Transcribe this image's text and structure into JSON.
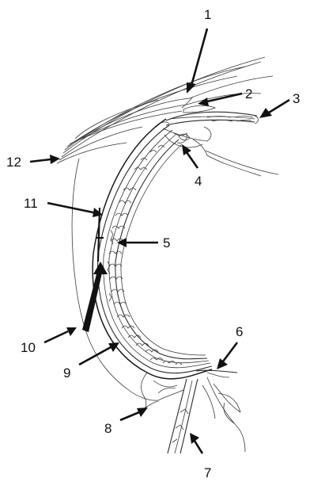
{
  "figure": {
    "labels": [
      "1",
      "2",
      "3",
      "4",
      "5",
      "6",
      "7",
      "8",
      "9",
      "10",
      "11",
      "12"
    ]
  },
  "colors": {
    "ink": "#111111",
    "background": "#ffffff"
  }
}
